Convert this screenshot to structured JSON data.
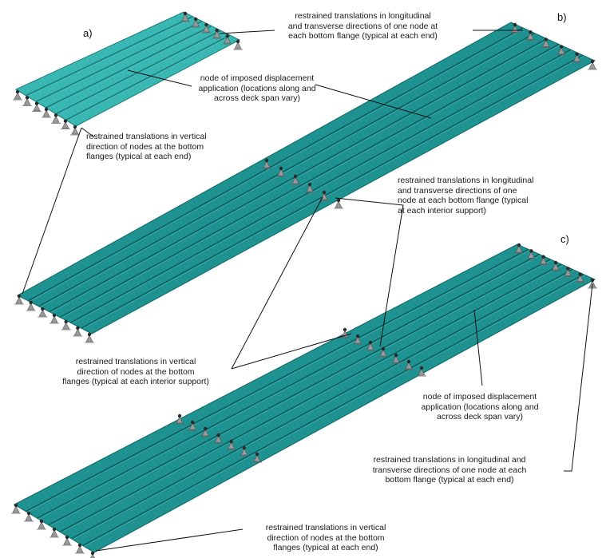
{
  "panels": {
    "a": "a)",
    "b": "b)",
    "c": "c)"
  },
  "annotations": {
    "a_top": "restrained translations in longitudinal\nand transverse directions of one node at\neach bottom flange (typical at each end)",
    "a_mid": "node of imposed displacement\napplication (locations along and\nacross deck span vary)",
    "a_left": "restrained translations in vertical\ndirection of nodes at the bottom\nflanges (typical at each end)",
    "b_interior": "restrained translations in longitudinal\nand transverse directions of one\nnode at each bottom flange (typical\nat each interior support)",
    "bc_vertical": "restrained translations in vertical\ndirection of nodes at the bottom\nflanges (typical at each interior support)",
    "c_mid": "node of imposed displacement\napplication (locations along and\nacross deck span vary)",
    "c_right": "restrained translations in longitudinal and\ntransverse directions of one node at each\nbottom flange (typical at each end)",
    "c_bottom": "restrained translations in vertical\ndirection of nodes at the bottom\nflanges (typical at each end)"
  },
  "colors": {
    "deck": "#1a8c8c",
    "deck_light": "#3fb0ad",
    "deck_a": "#3ab8b4",
    "mesh": "#0d6f6f",
    "support": "#777777",
    "leader": "#111111"
  }
}
